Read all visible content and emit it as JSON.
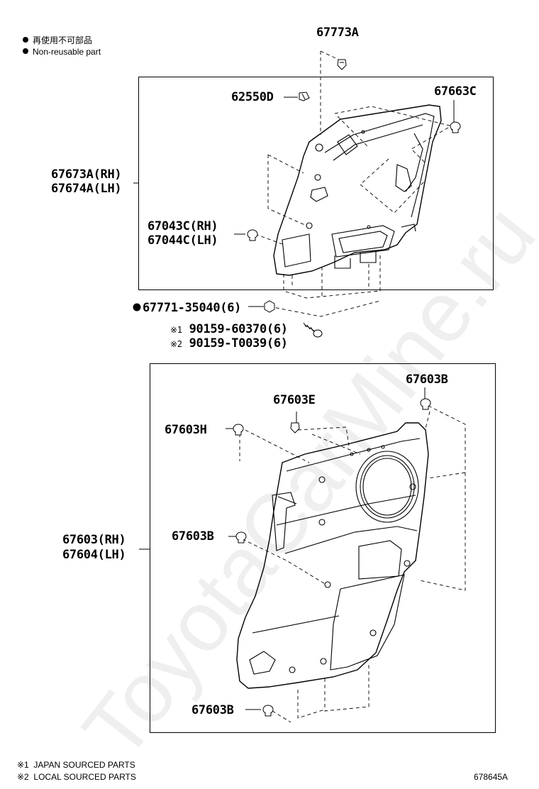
{
  "legend": {
    "items": [
      {
        "text": "再使用不可部品"
      },
      {
        "text": "Non-reusable part"
      }
    ]
  },
  "labels": {
    "p67773A": "67773A",
    "p62550D": "62550D",
    "p67663C": "67663C",
    "p67673A": "67673A(RH)",
    "p67674A": "67674A(LH)",
    "p67043C": "67043C(RH)",
    "p67044C": "67044C(LH)",
    "p67771": "67771-35040(6)",
    "p90159a": "90159-60370(6)",
    "p90159b": "90159-T0039(6)",
    "p67603B_top": "67603B",
    "p67603E": "67603E",
    "p67603H": "67603H",
    "p67603": "67603(RH)",
    "p67604": "67604(LH)",
    "p67603B_mid": "67603B",
    "p67603B_bot": "67603B"
  },
  "marks": {
    "m1": "※1",
    "m2": "※2"
  },
  "footnotes": {
    "f1_mark": "※1",
    "f1_text": "JAPAN SOURCED PARTS",
    "f2_mark": "※2",
    "f2_text": "LOCAL SOURCED PARTS"
  },
  "figure_id": "678645A",
  "watermark": "ToyotaCarMine.ru"
}
